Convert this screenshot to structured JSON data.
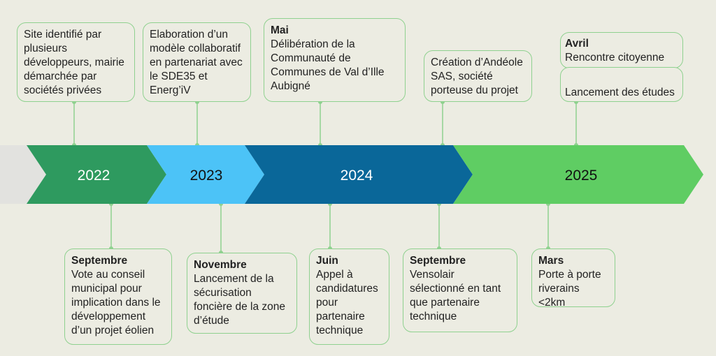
{
  "colors": {
    "background": "#ecece2",
    "connector": "#8fd18f",
    "box_border": "#8fd18f",
    "lead_segment": "#e2e2df",
    "year_2022": "#2e9a5f",
    "year_2023": "#4cc3f7",
    "year_2024": "#0a6799",
    "year_2025": "#5fcd63"
  },
  "years": [
    {
      "label": "2022",
      "color": "#2e9a5f",
      "text_color": "#ffffff"
    },
    {
      "label": "2023",
      "color": "#4cc3f7",
      "text_color": "#111111"
    },
    {
      "label": "2024",
      "color": "#0a6799",
      "text_color": "#ffffff"
    },
    {
      "label": "2025",
      "color": "#5fcd63",
      "text_color": "#111111"
    }
  ],
  "events_above": [
    {
      "title": "",
      "text": "Site identifié par plusieurs développeurs, mairie démarchée par sociétés privées"
    },
    {
      "title": "",
      "text": "Elaboration d’un modèle collaboratif en partenariat avec le SDE35 et Energ’iV"
    },
    {
      "title": "Mai",
      "text": "Délibération de la Communauté de Communes de Val d’Ille Aubigné"
    },
    {
      "title": "",
      "text": "Création d’Andéole SAS, société porteuse du projet"
    },
    {
      "title": "Avril",
      "text": "Rencontre citoyenne",
      "extra": "Lancement des études"
    }
  ],
  "events_below": [
    {
      "title": "Septembre",
      "text": "Vote au conseil municipal pour implication dans le développement d’un projet éolien"
    },
    {
      "title": "Novembre",
      "text": "Lancement de la sécurisation foncière de la zone d’étude"
    },
    {
      "title": "Juin",
      "text": "Appel à candidatures pour partenaire technique"
    },
    {
      "title": "Septembre",
      "text": "Vensolair sélectionné en tant que partenaire technique"
    },
    {
      "title": "Mars",
      "text": "Porte à porte riverains <2km"
    }
  ]
}
